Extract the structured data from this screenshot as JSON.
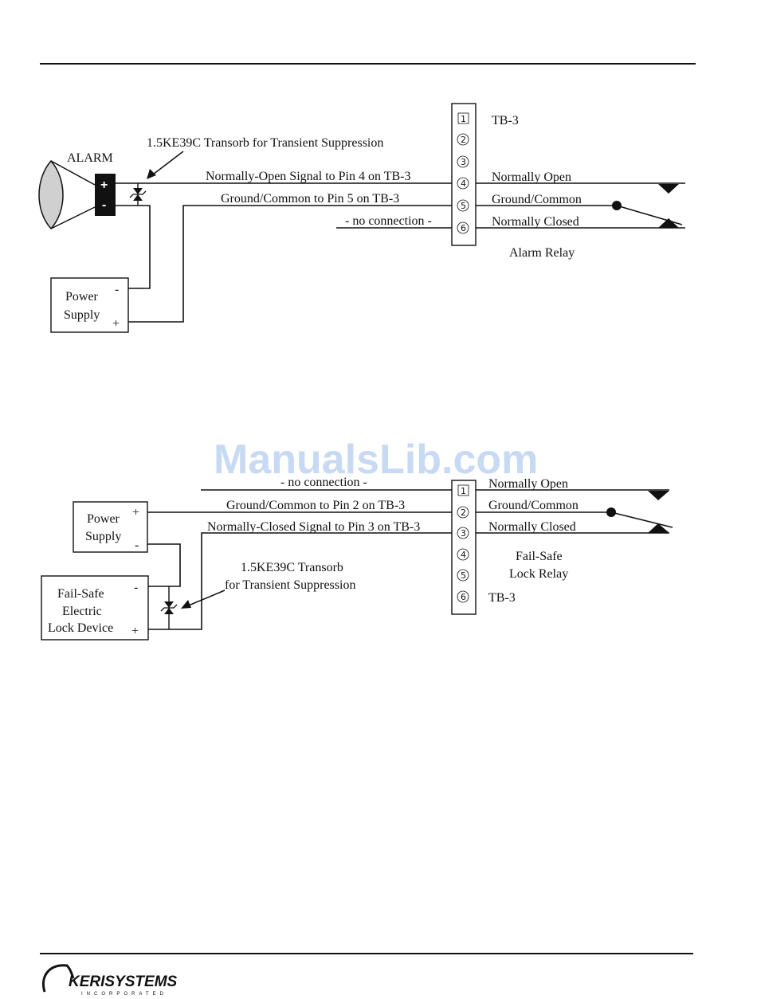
{
  "watermark": "ManualsLib.com",
  "alarm_diagram": {
    "alarm_label": "ALARM",
    "alarm_plus": "+",
    "alarm_minus": "-",
    "transorb_label": "1.5KE39C Transorb for Transient Suppression",
    "wire_no_label": "Normally-Open Signal to Pin 4 on TB-3",
    "wire_gnd_label": "Ground/Common to Pin 5 on TB-3",
    "wire_nc_label": "- no connection -",
    "power_supply_line1": "Power",
    "power_supply_line2": "Supply",
    "ps_minus": "-",
    "ps_plus": "+",
    "tb_label": "TB-3",
    "pins": [
      "1",
      "2",
      "3",
      "4",
      "5",
      "6"
    ],
    "relay_no": "Normally Open",
    "relay_gnd": "Ground/Common",
    "relay_nc": "Normally Closed",
    "relay_label": "Alarm Relay"
  },
  "lock_diagram": {
    "wire_nc_label": "- no connection -",
    "wire_gnd_label": "Ground/Common to Pin 2 on TB-3",
    "wire_ncsig_label": "Normally-Closed Signal to Pin 3 on TB-3",
    "power_supply_line1": "Power",
    "power_supply_line2": "Supply",
    "ps_plus": "+",
    "ps_minus": "-",
    "lock_line1": "Fail-Safe",
    "lock_line2": "Electric",
    "lock_line3": "Lock Device",
    "lock_minus": "-",
    "lock_plus": "+",
    "transorb_line1": "1.5KE39C Transorb",
    "transorb_line2": "for Transient Suppression",
    "tb_label": "TB-3",
    "pins": [
      "1",
      "2",
      "3",
      "4",
      "5",
      "6"
    ],
    "relay_no": "Normally Open",
    "relay_gnd": "Ground/Common",
    "relay_nc": "Normally Closed",
    "relay_label_line1": "Fail-Safe",
    "relay_label_line2": "Lock Relay"
  },
  "footer": {
    "logo_main": "KERISYSTEMS",
    "logo_sub": "INCORPORATED"
  }
}
